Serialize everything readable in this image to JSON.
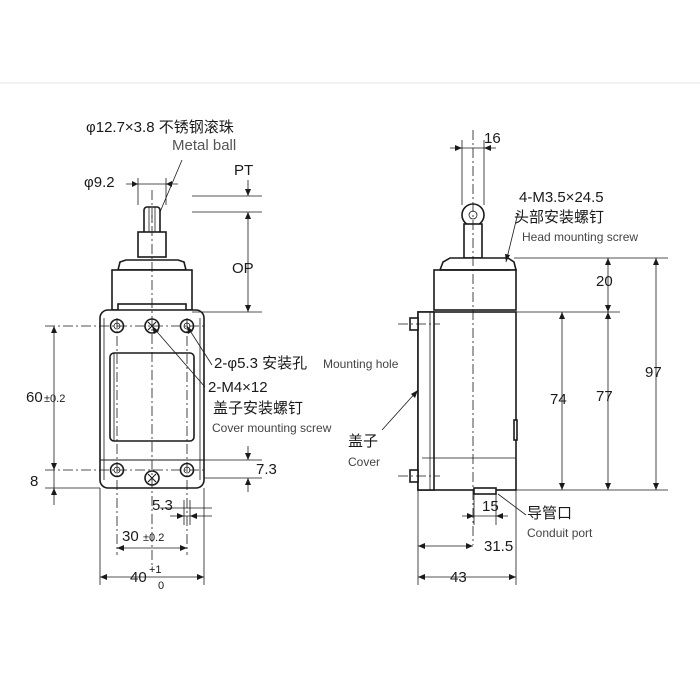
{
  "front": {
    "ball_spec": "φ12.7×3.8 不锈钢滚珠",
    "ball_label": "Metal ball",
    "phi92": "φ9.2",
    "pt": "PT",
    "op": "OP",
    "dim60": "60",
    "dim60_tol": "±0.2",
    "dim8": "8",
    "dim73": "7.3",
    "dim53": "5.3",
    "dim30": "30",
    "dim30_tol": "±0.2",
    "dim40": "40",
    "dim40_tol_top": "+1",
    "dim40_tol_bottom": "0",
    "mount_hole_cn": "2-φ5.3 安装孔",
    "mount_hole_en": "Mounting hole",
    "cover_screw_spec": "2-M4×12",
    "cover_screw_cn": "盖子安装螺钉",
    "cover_screw_en": "Cover mounting screw"
  },
  "side": {
    "dim16": "16",
    "head_screw_spec": "4-M3.5×24.5",
    "head_screw_cn": "头部安装螺钉",
    "head_screw_en": "Head mounting screw",
    "dim20": "20",
    "dim97": "97",
    "dim74": "74",
    "dim77": "77",
    "cover_cn": "盖子",
    "cover_en": "Cover",
    "dim15": "15",
    "conduit_cn": "导管口",
    "conduit_en": "Conduit port",
    "dim315": "31.5",
    "dim43": "43"
  }
}
